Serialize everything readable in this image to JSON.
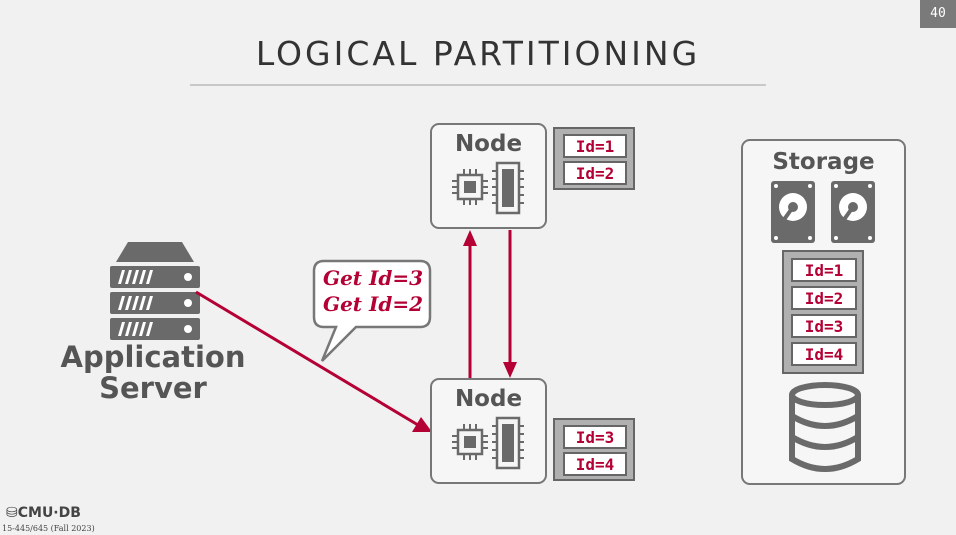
{
  "page_number": "40",
  "title": "LOGICAL PARTITIONING",
  "app_server": {
    "line1": "Application",
    "line2": "Server"
  },
  "request_bubble": {
    "line1": "Get Id=3",
    "line2": "Get Id=2"
  },
  "node_top": {
    "label": "Node",
    "records": [
      "Id=1",
      "Id=2"
    ]
  },
  "node_bottom": {
    "label": "Node",
    "records": [
      "Id=3",
      "Id=4"
    ]
  },
  "storage": {
    "label": "Storage",
    "records": [
      "Id=1",
      "Id=2",
      "Id=3",
      "Id=4"
    ]
  },
  "footer": {
    "logo": "CMU·DB",
    "course": "15-445/645 (Fall 2023)"
  },
  "colors": {
    "accent": "#b40034",
    "icon": "#6a6a6a"
  },
  "icons": [
    "server-rack-icon",
    "cpu-icon",
    "memory-icon",
    "hard-drive-icon",
    "database-icon"
  ]
}
